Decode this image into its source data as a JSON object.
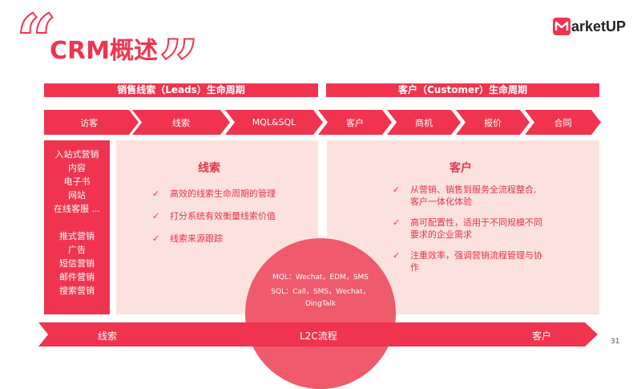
{
  "header": {
    "title": "CRM概述",
    "logo": {
      "prefix_icon": "m-logo-icon",
      "text": "arketUP"
    }
  },
  "lifecycle_bars": {
    "leads": "销售线索（Leads）生命周期",
    "customer": "客户（Customer）生命周期"
  },
  "stages": [
    "访客",
    "线索",
    "MQL&SQL",
    "客户",
    "商机",
    "报价",
    "合同"
  ],
  "left_list": {
    "inbound": [
      "入站式营销",
      "内容",
      "电子书",
      "网站",
      "在线客服 ..."
    ],
    "outbound": [
      "推式营销",
      "广告",
      "短信营销",
      "邮件营销",
      "搜索营销"
    ]
  },
  "leads_panel": {
    "title": "线索",
    "bullets": [
      "高效的线索生命周期的管理",
      "打分系统有效衡量线索价值",
      "线索来源跟踪"
    ]
  },
  "customer_panel": {
    "title": "客户",
    "bullets": [
      [
        "从营销、销售到服务全流程整合,",
        "客户一体化体验"
      ],
      [
        "高可配置性，适用于不同规模不同",
        "要求的企业需求"
      ],
      [
        "注重效率，强调营销流程管理与协",
        "作"
      ]
    ]
  },
  "dome": {
    "line1": "MQL：Wechat，EDM，SMS",
    "line2": "SQL：Call，SMS，Wechat，",
    "line3": "DingTalk"
  },
  "bottom_arrow": {
    "left": "线索",
    "center": "L2C流程",
    "right": "客户"
  },
  "page_number": "31",
  "colors": {
    "accent": "#f0344f",
    "panel": "#fce2de",
    "dome": "#ef5a6c"
  }
}
